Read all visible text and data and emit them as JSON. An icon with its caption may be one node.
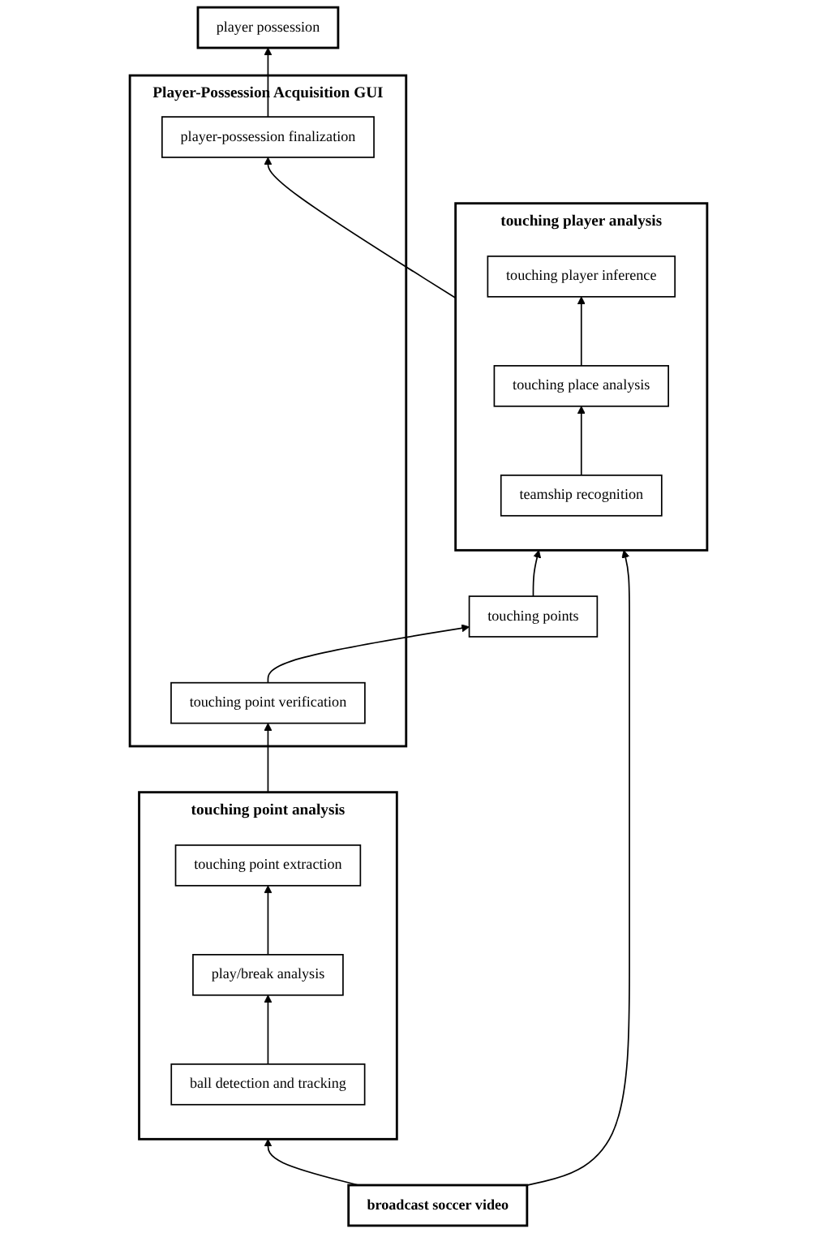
{
  "diagram": {
    "nodes": [
      {
        "text": [
          "Player-Possession Acquisition GUI"
        ]
      },
      {
        "text": [
          "touching point verification"
        ],
        "in": 0
      },
      {
        "text": [
          "player-possession finalization"
        ],
        "in": 0
      },
      {
        "text": [
          "touching points"
        ]
      },
      {
        "text": [
          "player possession"
        ]
      },
      {
        "text": [
          "touching point analysis"
        ]
      },
      {
        "text": [
          "touching point extraction"
        ],
        "in": 5
      },
      {
        "text": [
          "play/break analysis"
        ],
        "in": 5
      },
      {
        "text": [
          "ball detection and tracking"
        ],
        "in": 5
      },
      {
        "text": [
          "touching player analysis"
        ]
      },
      {
        "text": [
          "touching player inference"
        ],
        "in": 9
      },
      {
        "text": [
          "touching place analysis"
        ],
        "in": 9
      },
      {
        "text": [
          "teamship recognition"
        ],
        "in": 9
      },
      {
        "text": [
          "broadcast soccer video"
        ]
      }
    ],
    "edges": [
      {
        "from": 5,
        "to": 1,
        "arrow": "to"
      },
      {
        "from": 1,
        "to": 3,
        "arrow": "to"
      },
      {
        "from": 9,
        "to": 2,
        "arrow": "to"
      },
      {
        "from": 2,
        "to": 4,
        "arrow": "to"
      },
      {
        "from": 7,
        "to": 6,
        "arrow": "to"
      },
      {
        "from": 8,
        "to": 7,
        "arrow": "to"
      },
      {
        "from": 11,
        "to": 10,
        "arrow": "to"
      },
      {
        "from": 12,
        "to": 11,
        "arrow": "to"
      },
      {
        "from": 3,
        "to": 9,
        "arrow": "to"
      },
      {
        "from": 13,
        "to": 5,
        "arrow": "to"
      },
      {
        "from": 13,
        "to": 9,
        "arrow": "to"
      }
    ]
  }
}
